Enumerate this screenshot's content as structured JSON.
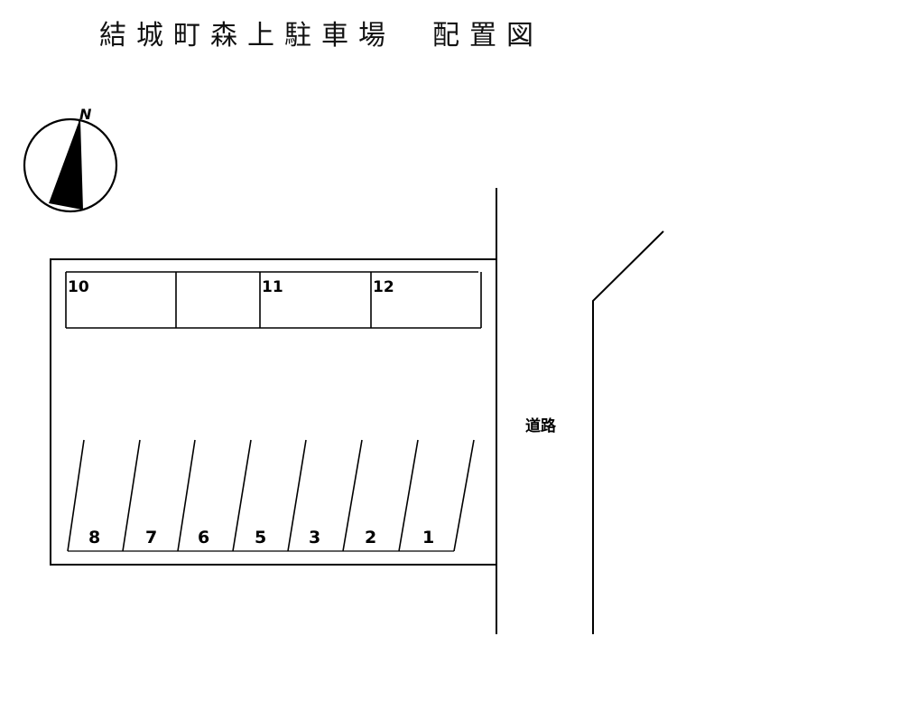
{
  "title": "結城町森上駐車場　配置図",
  "compass": {
    "label": "N"
  },
  "road": {
    "label": "道路"
  },
  "top_row_labels": [
    "10",
    "11",
    "12"
  ],
  "bottom_row_labels": [
    "8",
    "7",
    "6",
    "5",
    "3",
    "2",
    "1"
  ]
}
